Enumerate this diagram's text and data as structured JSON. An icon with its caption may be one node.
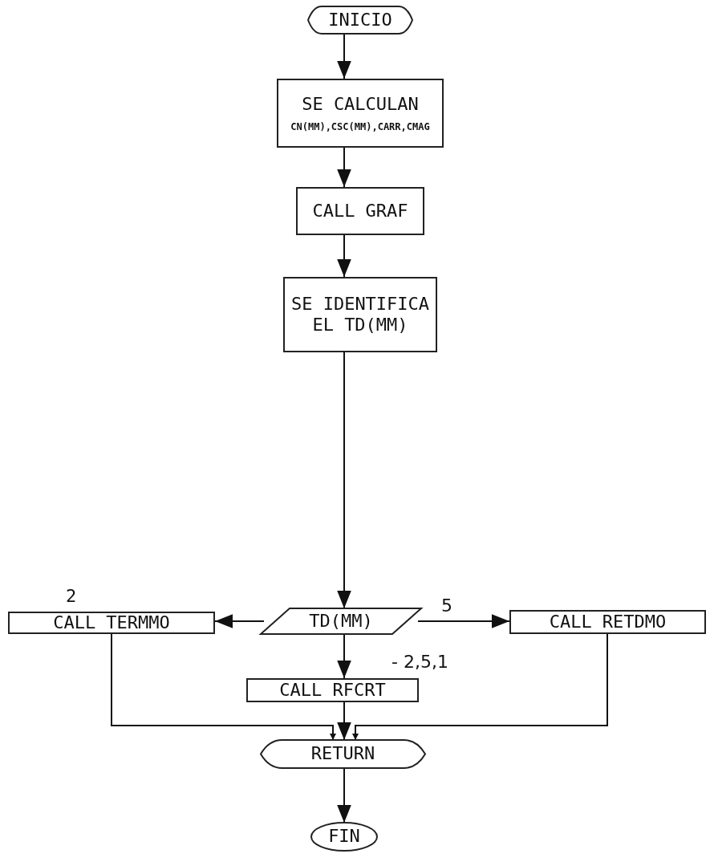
{
  "diagram": {
    "nodes": [
      {
        "text": [
          "INICIO"
        ]
      },
      {
        "text": [
          "SE CALCULAN",
          "CN(MM),CSC(MM),CARR,CMAG"
        ]
      },
      {
        "text": [
          "CALL GRAF"
        ]
      },
      {
        "text": [
          "SE IDENTIFICA EL TD(MM)"
        ]
      },
      {
        "text": [
          "TD(MM)"
        ]
      },
      {
        "text": [
          "CALL TERMMO"
        ],
        "beside": [
          "2"
        ]
      },
      {
        "text": [
          "CALL RETDMO"
        ]
      },
      {
        "text": [
          "CALL RFCRT"
        ]
      },
      {
        "text": [
          "RETURN"
        ]
      },
      {
        "text": [
          "FIN"
        ]
      }
    ],
    "edges": [
      {
        "from": 0,
        "to": 1,
        "arrow": "to"
      },
      {
        "from": 1,
        "to": 2,
        "arrow": "to"
      },
      {
        "from": 2,
        "to": 3,
        "arrow": "to"
      },
      {
        "from": 3,
        "to": 4,
        "arrow": "to"
      },
      {
        "from": 4,
        "to": 5,
        "arrow": "to"
      },
      {
        "from": 4,
        "to": 6,
        "arrow": "to",
        "label": "5"
      },
      {
        "from": 4,
        "to": 7,
        "arrow": "to",
        "label": "- 2,5,1"
      },
      {
        "from": 7,
        "to": 8,
        "arrow": "to"
      },
      {
        "from": 5,
        "to": 8,
        "arrow": "to"
      },
      {
        "from": 6,
        "to": 8,
        "arrow": "to"
      },
      {
        "from": 8,
        "to": 9,
        "arrow": "to"
      }
    ]
  }
}
